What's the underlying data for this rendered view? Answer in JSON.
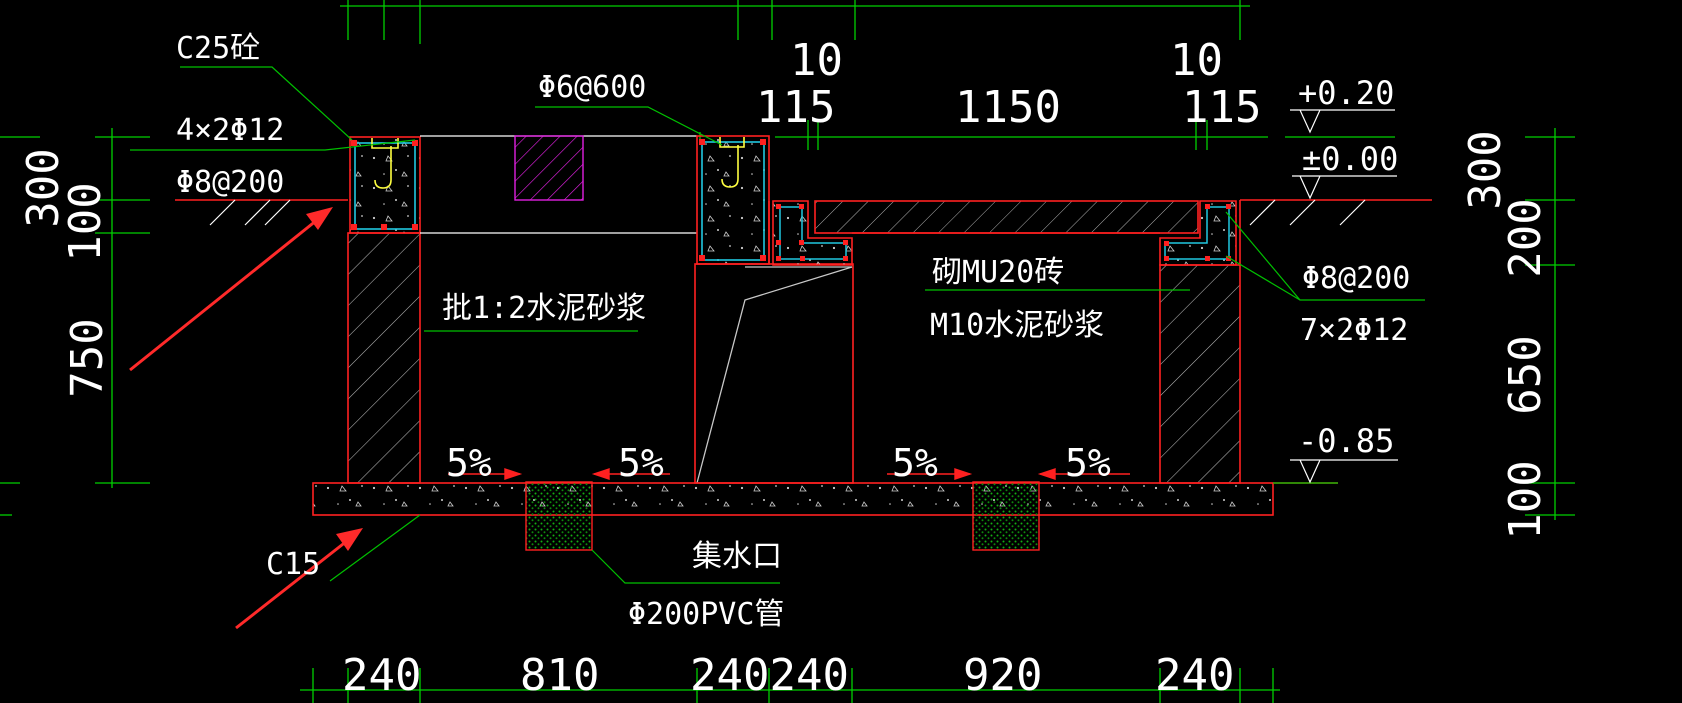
{
  "dimensions": {
    "top_row1": [
      "10",
      "10"
    ],
    "top_row2": [
      "115",
      "1150",
      "115"
    ],
    "bottom": [
      "240",
      "810",
      "240240",
      "920",
      "240"
    ],
    "left_vertical": [
      "300",
      "100",
      "750"
    ],
    "right_vertical": [
      "300",
      "200",
      "650",
      "100"
    ]
  },
  "elevations": {
    "plus_020": "+0.20",
    "zero": "±0.00",
    "minus_085": "-0.85"
  },
  "annotations": {
    "c25": "C25砼",
    "rebar_4x2": "4×2Φ12",
    "stirrup_left": "Φ8@200",
    "tie_top": "Φ6@600",
    "plaster": "批1:2水泥砂浆",
    "brick_line1": "砌MU20砖",
    "brick_line2": "M10水泥砂浆",
    "stirrup_right": "Φ8@200",
    "rebar_7x2": "7×2Φ12",
    "slope": "5%",
    "c15": "C15",
    "sump": "集水口",
    "pvc": "Φ200PVC管"
  },
  "colors": {
    "background": "#000000",
    "dimension": "#00d000",
    "outline": "#ff2020",
    "rebar": "#20c8e0",
    "hatch_pink": "#e020e0",
    "hook": "#ffff40",
    "gravel": "#10a010",
    "arrow": "#ff2a2a"
  }
}
